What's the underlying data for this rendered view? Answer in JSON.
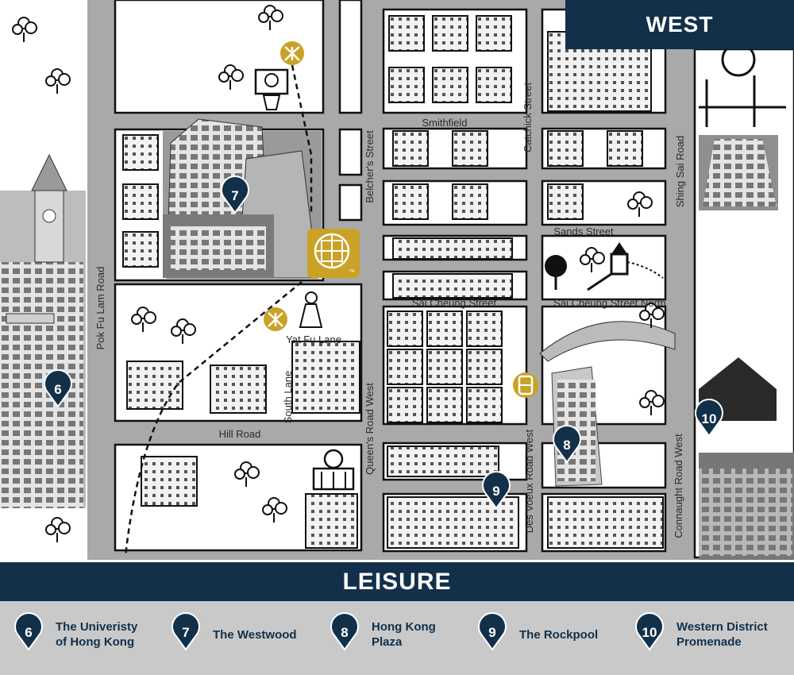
{
  "region": "WEST",
  "category": "LEISURE",
  "colors": {
    "navy": "#12304a",
    "gold": "#c9a227",
    "road": "#a9a9a9",
    "block": "#ffffff",
    "legend_bg": "#c9c9c9"
  },
  "streets": {
    "smithfield": "Smithfield",
    "catchick": "Catchick Street",
    "shing_sai": "Shing Sai Road",
    "belchers": "Belcher's Street",
    "sands": "Sands Street",
    "sai_cheung": "Sai Cheung Street",
    "sai_cheung_north": "Sai Cheung Street North",
    "yat_fu": "Yat Fu Lane",
    "pok_fu_lam": "Pok Fu Lam Road",
    "south_lane": "South Lane",
    "hill_road": "Hill Road",
    "queens_road_west": "Queen's Road West",
    "des_voeux_road_west": "Des Voeux Road West",
    "connaught_road_west": "Connaught Road West"
  },
  "map_pins": {
    "p6": "6",
    "p7": "7",
    "p8": "8",
    "p9": "9",
    "p10": "10"
  },
  "icons": {
    "mtr": "mtr-icon",
    "tram": "tram-icon",
    "hotel": "hotel-logo-icon",
    "tm": "™",
    "basketball": "basketball-court-icon",
    "sports_centre": "sports-centre-icon",
    "trees": "tree-icon",
    "playground": "playground-icon"
  },
  "legend": [
    {
      "number": "6",
      "label": "The Univeristy\nof Hong Kong"
    },
    {
      "number": "7",
      "label": "The Westwood"
    },
    {
      "number": "8",
      "label": "Hong Kong\nPlaza"
    },
    {
      "number": "9",
      "label": "The Rockpool"
    },
    {
      "number": "10",
      "label": "Western District\nPromenade"
    }
  ]
}
